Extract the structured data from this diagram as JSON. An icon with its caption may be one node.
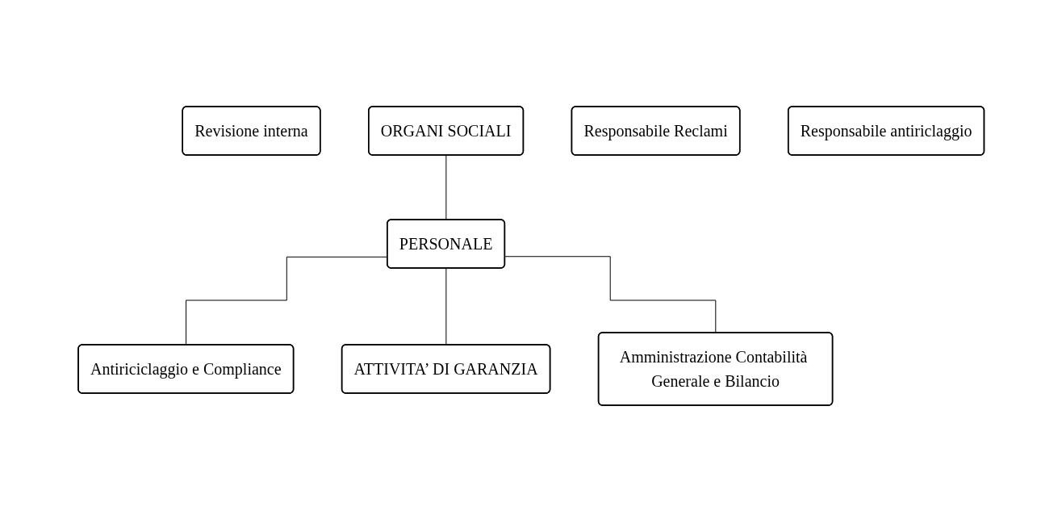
{
  "diagram": {
    "nodes": [
      {
        "text": [
          "Revisione interna"
        ]
      },
      {
        "text": [
          "ORGANI SOCIALI"
        ]
      },
      {
        "text": [
          "Responsabile Reclami"
        ]
      },
      {
        "text": [
          "Responsabile antiriclaggio"
        ]
      },
      {
        "text": [
          "PERSONALE"
        ]
      },
      {
        "text": [
          "Antiriciclaggio e Compliance"
        ]
      },
      {
        "text": [
          "ATTIVITA’ DI GARANZIA"
        ]
      },
      {
        "text": [
          "Amministrazione Contabilità Generale e Bilancio"
        ]
      }
    ],
    "edges": [
      {
        "from": 1,
        "to": 4,
        "arrow": "none"
      },
      {
        "from": 4,
        "to": 5,
        "arrow": "none"
      },
      {
        "from": 4,
        "to": 6,
        "arrow": "none"
      },
      {
        "from": 4,
        "to": 7,
        "arrow": "none"
      }
    ]
  }
}
